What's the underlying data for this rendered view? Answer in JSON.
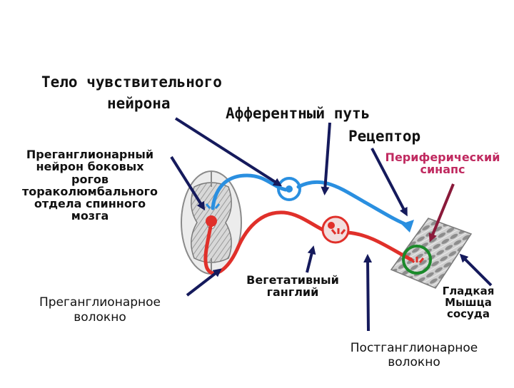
{
  "labels": {
    "sensory_neuron_body_l1": "Тело чувствительного",
    "sensory_neuron_body_l2": "нейрона",
    "afferent_path": "Афферентный путь",
    "receptor": "Рецептор",
    "preganglionic_neuron": [
      "Преганглионарный",
      "нейрон боковых",
      "рогов",
      "тораколюмбального",
      "отдела спинного",
      "мозга"
    ],
    "peripheral_synapse": [
      "Периферический",
      "синапс"
    ],
    "vegetative_ganglion": [
      "Вегетативный",
      "ганглий"
    ],
    "preganglionic_fiber": [
      "Преганглионарное",
      "волокно"
    ],
    "smooth_muscle": [
      "Гладкая",
      "Мышца",
      "сосуда"
    ],
    "postganglionic_fiber": [
      "Постганглионарное",
      "волокно"
    ]
  },
  "colors": {
    "afferent": "#2a8fe0",
    "efferent": "#e0302a",
    "arrow": "#151a5c",
    "synapse_label": "#c02a60",
    "synapse_arrow": "#8a1a3a",
    "synapse_ring": "#1a8a2a"
  }
}
